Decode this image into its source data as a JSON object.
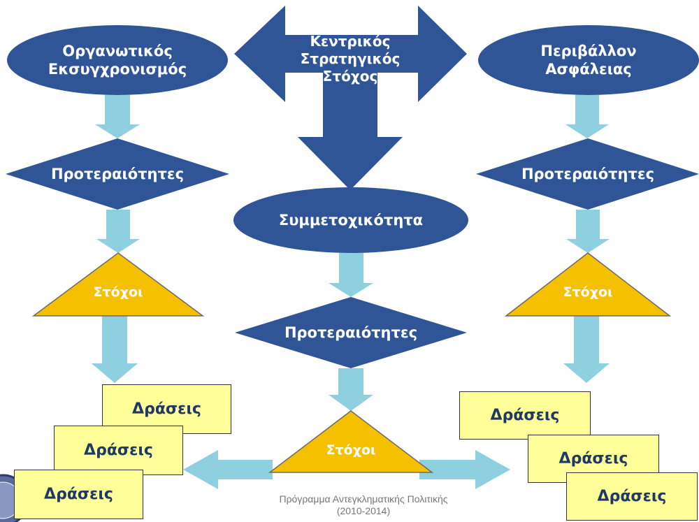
{
  "colors": {
    "dark_blue": "#2f5597",
    "light_arrow": "#8ecfe0",
    "gold": "#f5c000",
    "box_fill": "#ffff99"
  },
  "center": {
    "goal_line1": "Κεντρικός",
    "goal_line2": "Στρατηγικός",
    "goal_line3": "Στόχος",
    "participation": "Συμμετοχικότητα",
    "priorities": "Προτεραιότητες",
    "targets": "Στόχοι"
  },
  "left": {
    "title_line1": "Οργανωτικός",
    "title_line2": "Εκσυγχρονισμός",
    "priorities": "Προτεραιότητες",
    "targets": "Στόχοι",
    "actions": [
      "Δράσεις",
      "Δράσεις",
      "Δράσεις"
    ]
  },
  "right": {
    "title_line1": "Περιβάλλον",
    "title_line2": "Ασφάλειας",
    "priorities": "Προτεραιότητες",
    "targets": "Στόχοι",
    "actions": [
      "Δράσεις",
      "Δράσεις",
      "Δράσεις"
    ]
  },
  "footer": {
    "line1": "Πρόγραμμα Αντεγκληματικής Πολιτικής",
    "line2": "(2010-2014)"
  }
}
